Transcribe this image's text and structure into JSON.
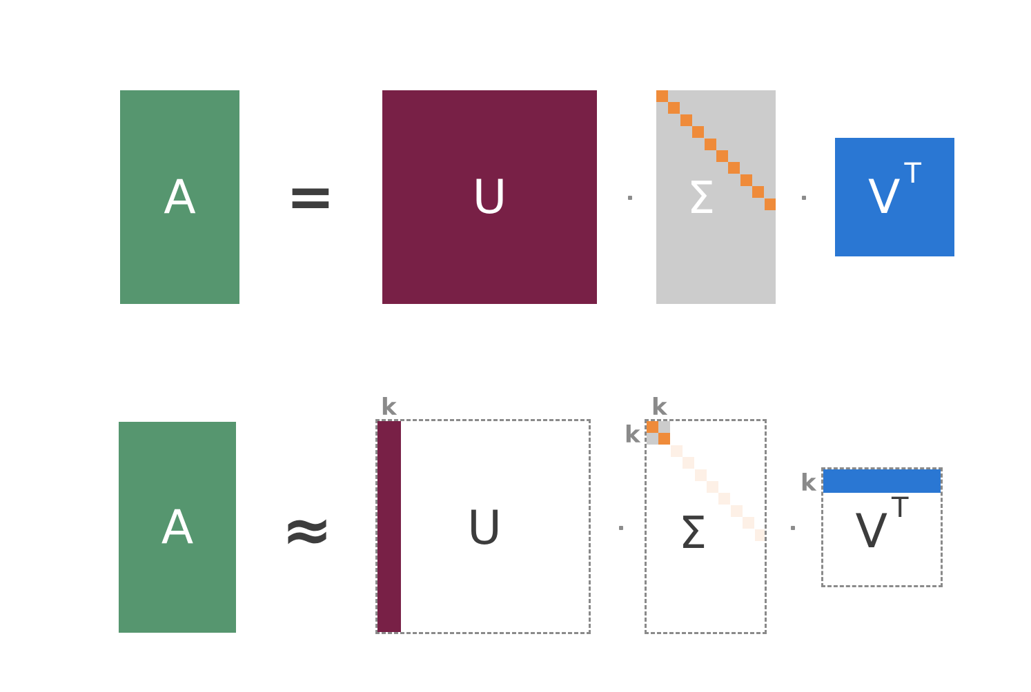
{
  "colors": {
    "A": "#56966f",
    "U": "#782046",
    "Sigma_bg": "#cccccc",
    "diag": "#ef8b3a",
    "diag_faded": "#fdf0e6",
    "VT": "#2a77d3",
    "dash": "#8a8a8a"
  },
  "top": {
    "A": "A",
    "op": "=",
    "U": "U",
    "Sigma": "Σ",
    "V": "V",
    "T": "T"
  },
  "bottom": {
    "A": "A",
    "op": "≈",
    "U": "U",
    "Sigma": "Σ",
    "V": "V",
    "T": "T",
    "k_u": "k",
    "k_sigma_top": "k",
    "k_sigma_left": "k",
    "k_vt": "k"
  }
}
